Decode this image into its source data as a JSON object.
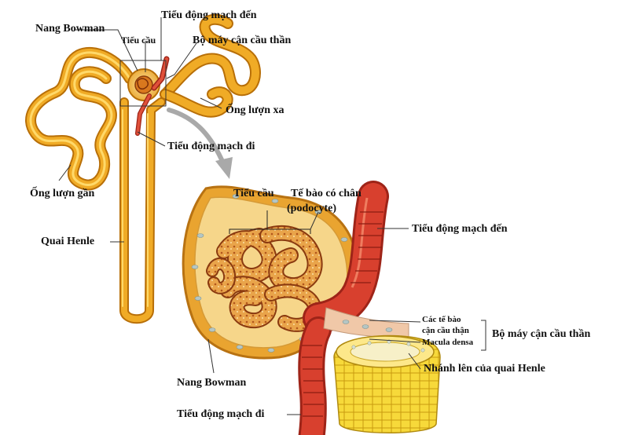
{
  "labels": {
    "top_nang_bowman": "Nang Bowman",
    "top_tieu_cau": "Tiểu cầu",
    "top_tieu_dong_mach_den": "Tiểu động mạch đến",
    "top_bo_may_can_cau_than": "Bộ máy cận cầu thần",
    "ong_luon_xa": "Ống lượn xa",
    "top_tieu_dong_mach_di": "Tiểu động mạch đi",
    "ong_luon_gan": "Ống lượn gần",
    "quai_henle": "Quai Henle",
    "detail_tieu_cau": "Tiểu cầu",
    "te_bao_co_chan": "Tế bào có chân",
    "podocyte": "(podocyte)",
    "detail_tieu_dong_mach_den": "Tiểu động mạch đến",
    "cac_te_bao": "Các tế bào",
    "can_cau_than": "cận cầu thận",
    "macula_densa": "Macula densa",
    "detail_bo_may_can_cau_than": "Bộ máy cận cầu thần",
    "nhanh_len": "Nhánh lên của quai Henle",
    "detail_nang_bowman": "Nang Bowman",
    "detail_tieu_dong_mach_di": "Tiểu động mạch đi"
  },
  "colors": {
    "tubule": "#e8a21c",
    "tubule_dark": "#b86f08",
    "tubule_light": "#ffd25a",
    "artery": "#d8402e",
    "artery_dark": "#9e2418",
    "capsule_wall": "#f2b43a",
    "capsule_inner": "#f7d98a",
    "henle_mesh": "#f5d730"
  }
}
